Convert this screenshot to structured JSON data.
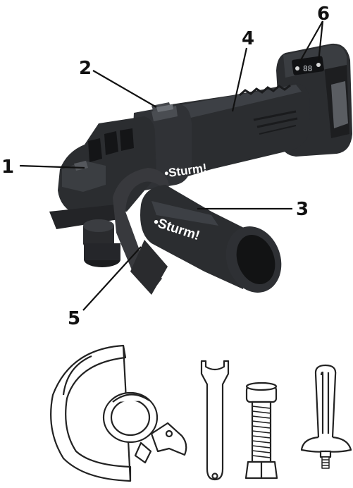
{
  "callouts": [
    "1",
    "2",
    "3",
    "4",
    "5",
    "6"
  ],
  "brand_text": "•Sturm!",
  "display_text": "88",
  "colors": {
    "body": "#2b2d30",
    "body_light": "#46494e",
    "body_dark": "#17181a",
    "line_art": "#222222"
  },
  "accessories": [
    "guard-icon",
    "spanner-wrench-icon",
    "bolt-icon",
    "side-handle-icon"
  ]
}
